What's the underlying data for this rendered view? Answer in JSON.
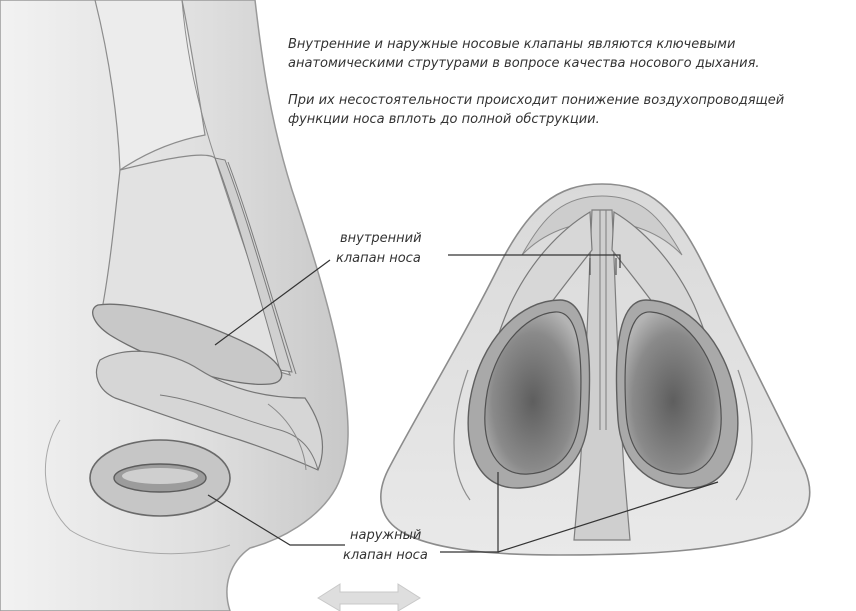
{
  "description": {
    "line1": "Внутренние и наружные носовые клапаны являются ключевыми",
    "line2": "анатомическими струтурами в вопросе качества носового дыхания.",
    "line3": "При их несостоятельности происходит понижение воздухопроводящей",
    "line4": "функции носа вплоть до полной обструкции."
  },
  "labels": {
    "internal_valve_line1": "внутренний",
    "internal_valve_line2": "клапан носа",
    "external_valve_line1": "наружный",
    "external_valve_line2": "клапан носа"
  },
  "colors": {
    "skin_light": "#e6e6e6",
    "skin_mid": "#c4c4c4",
    "skin_dark": "#8c8c8c",
    "outline": "#5a5a5a",
    "leader_line": "#333333",
    "arrow": "#dcdcdc"
  }
}
